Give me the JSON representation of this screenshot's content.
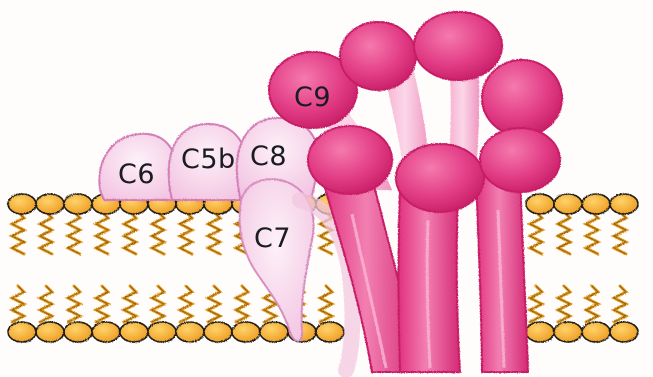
{
  "labels": {
    "c6": "C6",
    "c5b": "C5b",
    "c8": "C8",
    "c7": "C7",
    "c9": "C9"
  },
  "colors": {
    "lipid_head": "#f0a92e",
    "lipid_head_edge": "#1e1a14",
    "lipid_tail": "#e39a1c",
    "light_protein": "#f3c9e6",
    "light_protein_edge": "#cf6fb0",
    "c9_pink": "#e63f8a",
    "c9_dark": "#c91f6a",
    "c9_light": "#f08ab7"
  },
  "icons": {
    "membrane": "lipid-bilayer-icon",
    "pore": "membrane-attack-complex-icon"
  }
}
